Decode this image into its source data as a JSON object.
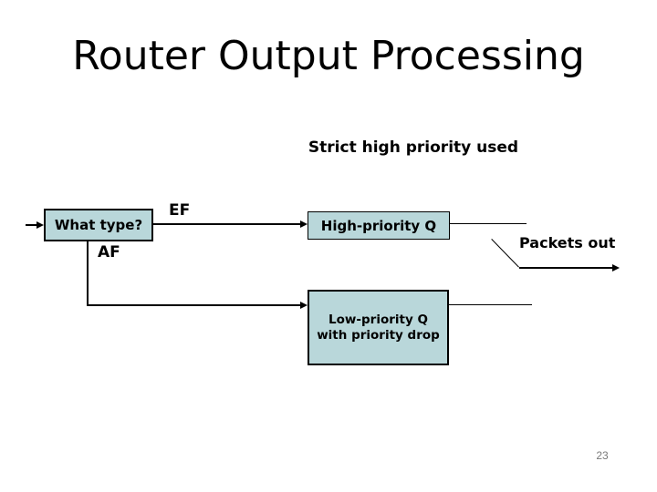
{
  "slide": {
    "title": "Router Output Processing",
    "subtitle": "Strict high priority used",
    "page_number": "23",
    "background_color": "#ffffff"
  },
  "diagram": {
    "boxes": {
      "what_type": {
        "label": "What type?",
        "fill": "#b9d7da",
        "border": "#000000"
      },
      "high_priority": {
        "label": "High-priority Q",
        "fill": "#b9d7da",
        "border": "#000000"
      },
      "low_priority": {
        "label_line1": "Low-priority Q",
        "label_line2": "with priority drop",
        "fill": "#b9d7da",
        "border": "#000000"
      }
    },
    "edge_labels": {
      "ef": "EF",
      "af": "AF",
      "packets_out": "Packets out"
    },
    "line_color": "#000000",
    "text_color": "#000000",
    "page_number_color": "#7a7a7a"
  }
}
